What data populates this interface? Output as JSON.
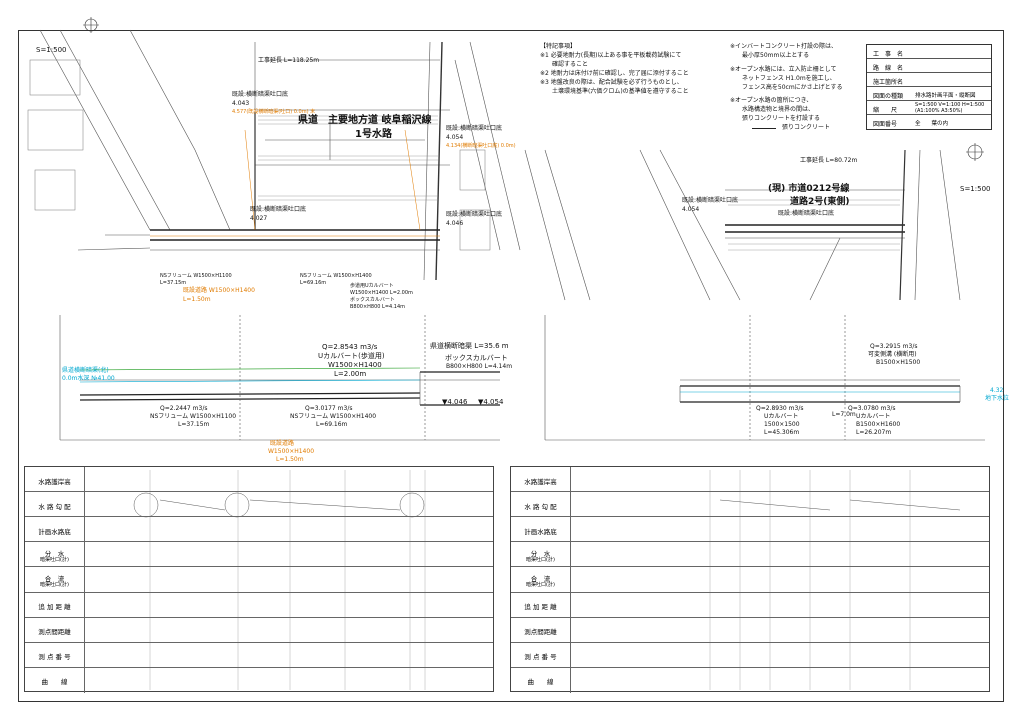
{
  "plan_left": {
    "scale": "S=1:500",
    "road_name": "県道　主要地方道 岐阜稲沢線",
    "channel_name": "1号水路",
    "works_length": "工事延長 L=118.25m",
    "label_a1": "既設:横断暗渠吐口底",
    "label_a1_val": "4.043",
    "label_a2": "既設:横断暗渠吐口底",
    "label_a2_val": "4.027",
    "label_a3": "既設:横断暗渠吐口底",
    "label_a3_val": "4.054",
    "label_a3_sub": "4.134(横断暗渠吐口底) 0.0m)",
    "label_a4": "既設:横断暗渠吐口底",
    "label_a4_val": "4.046",
    "orange_note": "4.577(既設横断暗渠(吐口) 0.0m) 末",
    "culvert_note": "NSフリューム W1500×H1100",
    "culvert_note_2": "L=37.15m",
    "flume_note": "NSフリューム W1500×H1400",
    "flume_note_2": "L=69.16m",
    "existing_road": "既設道路 W1500×H1400",
    "existing_road_2": "L=1.50m",
    "box_culvert": "ボックスカルバート",
    "box_culvert_2": "B800×H800 L=4.14m",
    "u_culvert": "歩道用Uカルバート",
    "u_culvert_2": "W1500×H1400 L=2.00m"
  },
  "plan_right": {
    "scale": "S=1:500",
    "road_name": "(現) 市道0212号線",
    "road_name_2": "道路2号(東側)",
    "works_length": "工事延長 L=80.72m",
    "label_b1": "既設:横断暗渠吐口底",
    "label_b1_val": "4.054",
    "label_b2": "既設:横断暗渠吐口底"
  },
  "notes": {
    "special_title": "【特記事項】",
    "special_1": "※1 必要地耐力(長期)以上ある事を平板載荷試験にて",
    "special_1b": "確認すること",
    "special_2": "※2 地耐力は床付け前に確認し、完了届に添付すること",
    "special_3": "※3 地盤改良の際は、配合試験を必ず行うものとし、",
    "special_3b": "土壌環境基準(六価クロム)の基準値を遵守すること",
    "invert_1": "※インバートコンクリート打設の際は、",
    "invert_1b": "最小厚50mm以上とする",
    "open_1": "※オープン水路には、立入防止柵として",
    "open_1b": "ネットフェンス H1.0mを施工し、",
    "open_1c": "フェンス高を50cmにかさ上げとする",
    "open_2": "※オープン水路の箇所につき、",
    "open_2b": "水路構造物と境界の間は、",
    "open_2c": "張りコンクリートを打設する",
    "legend": "張りコンクリート"
  },
  "titleblock": {
    "r1_label": "工　事　名",
    "r1_value": "",
    "r2_label": "路　線　名",
    "r2_value": "",
    "r3_label": "施工箇所名",
    "r3_value": "",
    "r4_label": "図面の種類",
    "r4_value": "排水路計画平面・縦断図",
    "r5_label": "縮　　尺",
    "r5_value": "S=1:500 V=1:100 H=1:500",
    "r5_value_2": "(A1:100% A3:50%)",
    "r6_label": "図面番号",
    "r6_value": "全　　葉の内"
  },
  "profile_left": {
    "flow_1": "Q=2.2447 m3/s",
    "flow_1b": "NSフリューム W1500×H1100",
    "flow_1c": "L=37.15m",
    "flow_2": "Q=3.0177 m3/s",
    "flow_2b": "NSフリューム W1500×H1400",
    "flow_2c": "L=69.16m",
    "flow_3": "Q=2.8543 m3/s",
    "flow_3b": "Uカルバート(歩道用)",
    "flow_3c": "W1500×H1400",
    "flow_3d": "L=2.00m",
    "box": "ボックスカルバート",
    "box_b": "B800×H800 L=4.14m",
    "road_side": "県道横断暗渠 L=35.6 m",
    "existing": "既設道路",
    "existing_b": "W1500×H1400",
    "existing_c": "L=1.50m",
    "el_1": "▼4.046",
    "el_2": "▼4.054",
    "cyan_label": "県道横断暗渠(北)",
    "cyan_label_b": "0.0m水深 №41.00"
  },
  "profile_right": {
    "flow_1": "Q=2.8930 m3/s",
    "flow_1b": "Uカルバート",
    "flow_1c": "1500×1500",
    "flow_1d": "L=45.306m",
    "flow_2": "Q=3.0780 m3/s",
    "flow_2b": "Uカルバート",
    "flow_2c": "B1500×H1600",
    "flow_2d": "L=26.207m",
    "flow_3": "Q=3.2915 m3/s",
    "flow_3b": "可変側溝 (横断用)",
    "flow_3c": "B1500×H1500",
    "mid": "L=7.0m",
    "cyan_label": "4.32",
    "cyan_label_b": "地下水位"
  },
  "table_rows": [
    "水路護岸高",
    "水 路 勾 配",
    "計画水路底",
    "分　水",
    "合　流",
    "追 加 距 離",
    "測点間距離",
    "測 点 番 号",
    "曲　　線"
  ],
  "table_subrows": [
    "",
    "",
    "",
    "暗渠吐口(計)",
    "暗渠吐口(計)",
    "",
    "",
    "",
    ""
  ]
}
